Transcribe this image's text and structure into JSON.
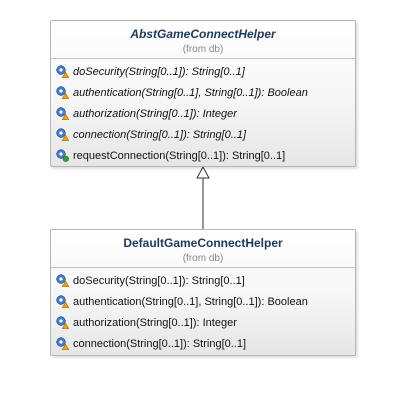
{
  "diagram": {
    "classes": [
      {
        "name": "AbstGameConnectHelper",
        "stereotype": "(from db)",
        "operations": [
          "doSecurity(String[0..1]): String[0..1]",
          "authentication(String[0..1], String[0..1]): Boolean",
          "authorization(String[0..1]): Integer",
          "connection(String[0..1]): String[0..1]",
          "requestConnection(String[0..1]): String[0..1]"
        ]
      },
      {
        "name": "DefaultGameConnectHelper",
        "stereotype": "(from db)",
        "operations": [
          "doSecurity(String[0..1]): String[0..1]",
          "authentication(String[0..1], String[0..1]): Boolean",
          "authorization(String[0..1]): Integer",
          "connection(String[0..1]): String[0..1]"
        ]
      }
    ]
  },
  "colors": {
    "class_name": "#1e3a5a",
    "stereotype": "#888888",
    "border": "#b5b5b5",
    "icon_blue": "#4a7cc2",
    "icon_gold": "#e0a020",
    "icon_green": "#3a9a3a"
  },
  "icons": [
    "public-operation-icon",
    "protected-operation-icon"
  ]
}
